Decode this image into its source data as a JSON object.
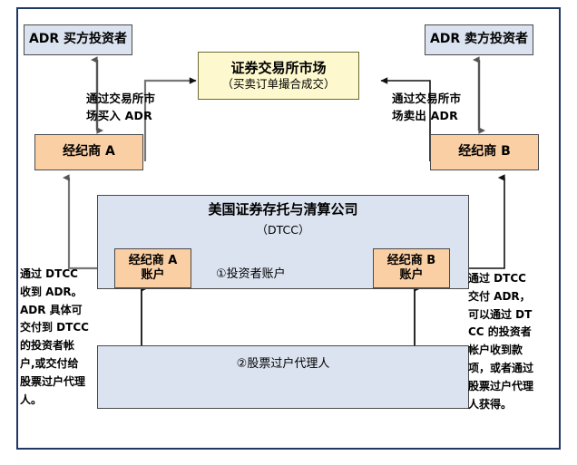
{
  "diagram": {
    "title_hidden": "",
    "colors": {
      "blue_fill": "#dbe3f0",
      "orange_fill": "#fbcfa4",
      "yellow_fill": "#fdf8cd",
      "border": "#4a4a4a",
      "frame": "#1f3864",
      "arrow": "#555555",
      "arrow_dark": "#000000"
    },
    "nodes": {
      "buyer": {
        "label": "ADR 买方投资者"
      },
      "seller": {
        "label": "ADR 卖方投资者"
      },
      "exchange": {
        "label": "证券交易所市场",
        "sublabel": "（买卖订单撮合成交）"
      },
      "broker_a": {
        "label": "经纪商 A"
      },
      "broker_b": {
        "label": "经纪商 B"
      },
      "dtcc": {
        "label": "美国证券存托与清算公司",
        "sublabel": "（DTCC）"
      },
      "broker_a_account": {
        "line1": "经纪商 A",
        "line2": "账户"
      },
      "broker_b_account": {
        "line1": "经纪商 B",
        "line2": "账户"
      },
      "transfer_agent_panel": {
        "label": "②股票过户代理人"
      }
    },
    "edge_labels": {
      "buy_via_exchange_line1": "通过交易所市",
      "buy_via_exchange_line2": "场买入 ADR",
      "sell_via_exchange_line1": "通过交易所市",
      "sell_via_exchange_line2": "场卖出 ADR",
      "investor_account": "①投资者账户"
    },
    "side_notes": {
      "left": "通过 DTCC 收到 ADR。ADR 具体可交付到 DTCC 的投资者帐户,或交付给股票过户代理人。",
      "right": "通过 DTCC 交付 ADR，可以通过 DTCC 的投资者帐户收到款项，或者通过股票过户代理人获得。"
    }
  }
}
